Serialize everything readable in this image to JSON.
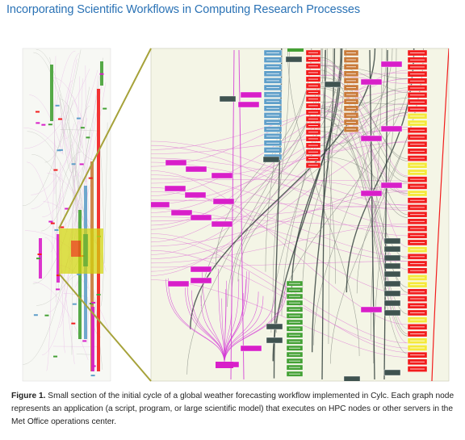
{
  "header": {
    "title": "Incorporating Scientific Workflows in Computing Research Processes"
  },
  "figure": {
    "colors": {
      "background": "#f4f5e6",
      "edge_pink": "#e07fd6",
      "edge_magenta": "#d43bd6",
      "edge_gray": "#8a8f86",
      "edge_dark": "#2f3d3a",
      "node_magenta": "#d81fc9",
      "node_red": "#f21d1d",
      "node_blue": "#5f9fc9",
      "node_green": "#44a135",
      "node_orange": "#c97b3a",
      "node_yellow": "#f4e93b",
      "node_dark": "#3f5350",
      "highlight": "#d2d60a",
      "zoom_line": "#a6a23a",
      "title_blue": "#2a72b5"
    }
  },
  "caption": {
    "label": "Figure 1.",
    "text": " Small section of the initial cycle of a global weather forecasting workflow implemented in Cylc. Each graph node represents an application (a script, program, or large scientific model) that executes on HPC nodes or other servers in the Met Office operations center."
  }
}
